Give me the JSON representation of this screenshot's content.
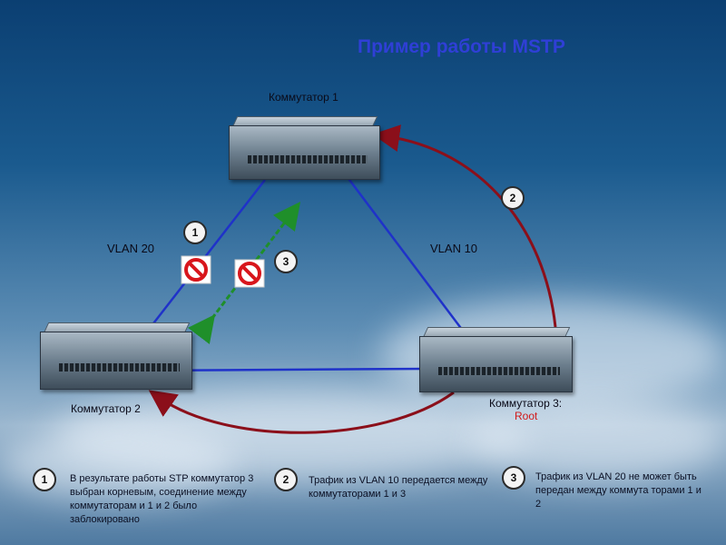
{
  "title": "Пример работы MSTP",
  "switches": {
    "s1": {
      "label": "Коммутатор 1"
    },
    "s2": {
      "label": "Коммутатор 2"
    },
    "s3": {
      "label": "Коммутатор 3:",
      "sublabel": "Root"
    }
  },
  "vlans": {
    "left": "VLAN 20",
    "right": "VLAN 10"
  },
  "markers": {
    "m1": "1",
    "m2": "2",
    "m3": "3"
  },
  "notes": [
    {
      "num": "1",
      "text": "В результате работы STP коммутатор 3 выбран корневым, соединение между коммутаторам и 1 и 2 было заблокировано"
    },
    {
      "num": "2",
      "text": "Трафик из VLAN 10 передается между коммутаторами 1 и 3"
    },
    {
      "num": "3",
      "text": "Трафик из VLAN 20 не может быть передан между коммута торами 1 и 2"
    }
  ],
  "colors": {
    "title": "#2f3fd6",
    "link": "#1f32c9",
    "arrow_red": "#8b0f1a",
    "arrow_green": "#1f8f2a",
    "block": "#d8161c",
    "root": "#d11a1a"
  }
}
